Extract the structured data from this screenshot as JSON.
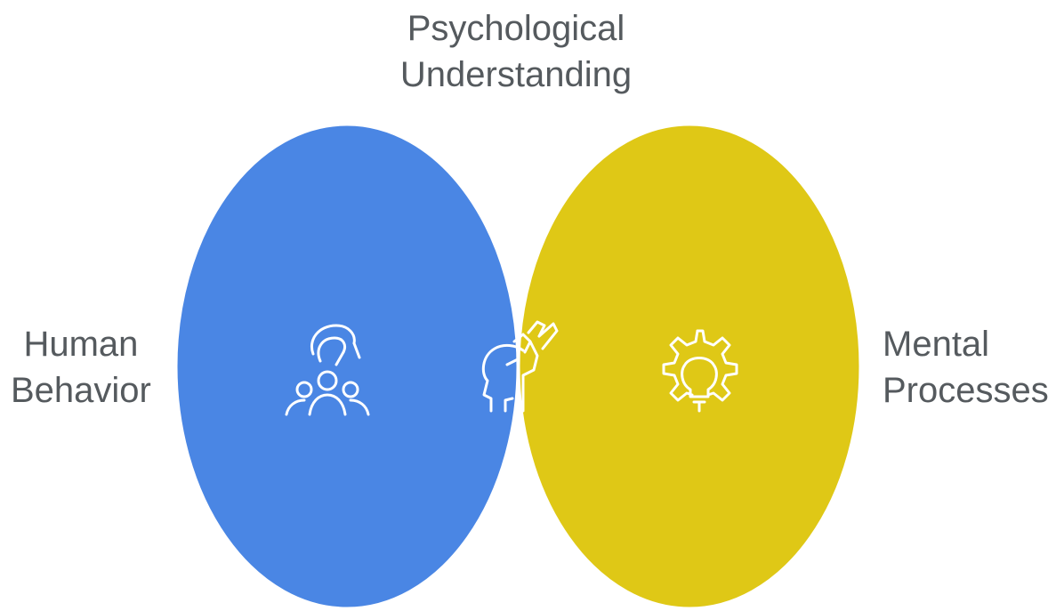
{
  "diagram": {
    "type": "venn",
    "colors": {
      "left_circle": "#4A86E4",
      "right_circle": "#DFC816",
      "intersection": "#3DC47E",
      "outline": "#ffffff",
      "icon_stroke": "#ffffff",
      "label_text": "#555a5e"
    },
    "top_label": {
      "line1": "Psychological",
      "line2": "Understanding"
    },
    "left_label": {
      "line1": "Human",
      "line2": "Behavior"
    },
    "right_label": {
      "line1": "Mental",
      "line2": "Processes"
    },
    "icons": {
      "left": "people-group-hand-icon",
      "center": "head-hand-icon",
      "right": "gear-lightbulb-icon"
    }
  }
}
